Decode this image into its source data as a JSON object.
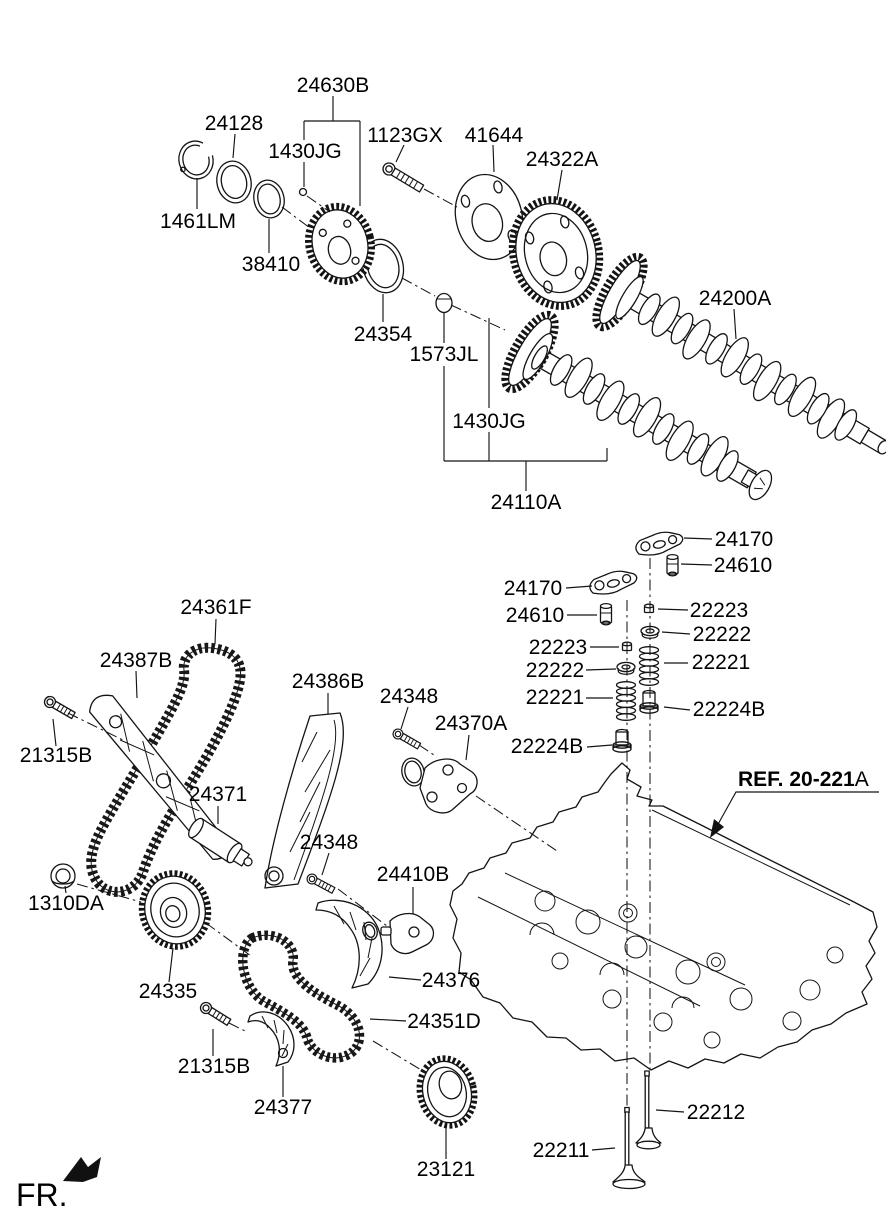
{
  "page": {
    "background": "#ffffff",
    "ink": "#141414"
  },
  "diagram": {
    "fr_indicator": "FR.",
    "ref_callout": {
      "bold": "REF. 20-221",
      "suffix": "A"
    },
    "labels": {
      "n24630b": "24630B",
      "n24128": "24128",
      "n1430jg_top": "1430JG",
      "n1123gx": "1123GX",
      "n41644": "41644",
      "n24322a": "24322A",
      "n1461lm": "1461LM",
      "n38410": "38410",
      "n24354": "24354",
      "n1573jl": "1573JL",
      "n24200a": "24200A",
      "n1430jg_mid": "1430JG",
      "n24110a": "24110A",
      "n24170_r": "24170",
      "n24610_r": "24610",
      "n24170_l": "24170",
      "n24610_l": "24610",
      "n22223_r": "22223",
      "n22222_r": "22222",
      "n22221_r": "22221",
      "n22223_l": "22223",
      "n22222_l": "22222",
      "n22221_l": "22221",
      "n22224b_r": "22224B",
      "n22224b_l": "22224B",
      "n24361f": "24361F",
      "n24387b": "24387B",
      "n24386b": "24386B",
      "n24348_top": "24348",
      "n24370a": "24370A",
      "n21315b_top": "21315B",
      "n24371": "24371",
      "n24348_low": "24348",
      "n24410b": "24410B",
      "n1310da": "1310DA",
      "n24335": "24335",
      "n24376": "24376",
      "n24351d": "24351D",
      "n21315b_low": "21315B",
      "n24377": "24377",
      "n23121": "23121",
      "n22212": "22212",
      "n22211": "22211"
    }
  }
}
